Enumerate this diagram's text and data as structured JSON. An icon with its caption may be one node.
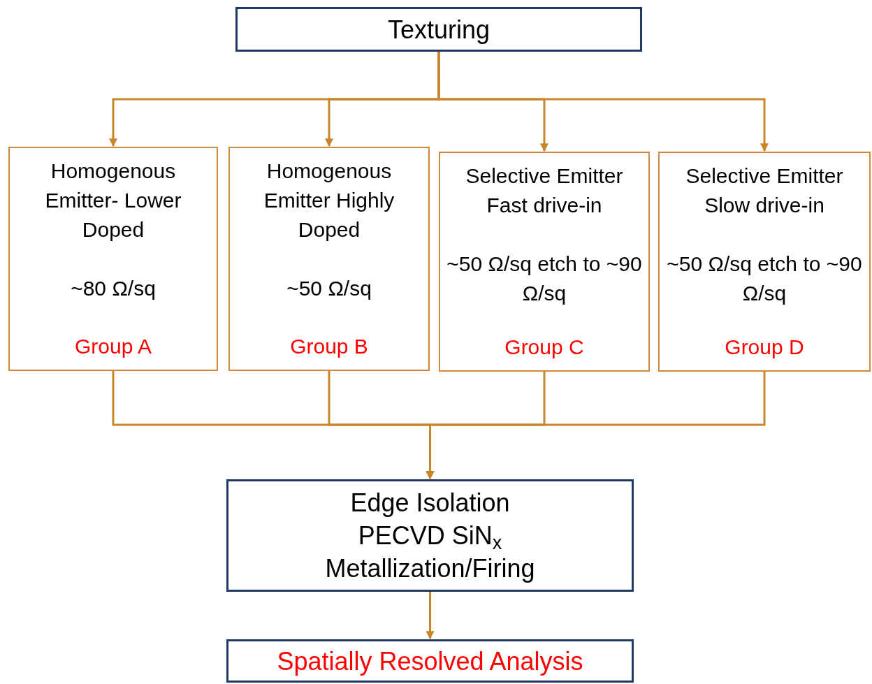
{
  "diagram": {
    "nodes": [
      {
        "text": [
          "Texturing"
        ]
      },
      {
        "text": [
          "Homogenous Emitter- Lower Doped",
          "~80 Ω/sq",
          "Group A"
        ]
      },
      {
        "text": [
          "Homogenous Emitter Highly Doped",
          "~50 Ω/sq",
          "Group B"
        ]
      },
      {
        "text": [
          "Selective Emitter Fast drive-in",
          "~50 Ω/sq etch to ~90 Ω/sq",
          "Group C"
        ]
      },
      {
        "text": [
          "Selective Emitter Slow drive-in",
          "~50 Ω/sq etch to ~90 Ω/sq",
          "Group D"
        ]
      },
      {
        "text": [
          "Edge Isolation PECVD SiN$_{x}$ Metallization/Firing"
        ]
      },
      {
        "text": [
          "Spatially Resolved Analysis"
        ]
      }
    ],
    "edges": [
      {
        "from": 0,
        "to": 1,
        "arrow": "to"
      },
      {
        "from": 0,
        "to": 2,
        "arrow": "to"
      },
      {
        "from": 0,
        "to": 3,
        "arrow": "to"
      },
      {
        "from": 0,
        "to": 4,
        "arrow": "to"
      },
      {
        "from": 1,
        "to": 5,
        "arrow": "to"
      },
      {
        "from": 2,
        "to": 5,
        "arrow": "to"
      },
      {
        "from": 3,
        "to": 5,
        "arrow": "to"
      },
      {
        "from": 4,
        "to": 5,
        "arrow": "to"
      },
      {
        "from": 5,
        "to": 6,
        "arrow": "to"
      }
    ]
  }
}
